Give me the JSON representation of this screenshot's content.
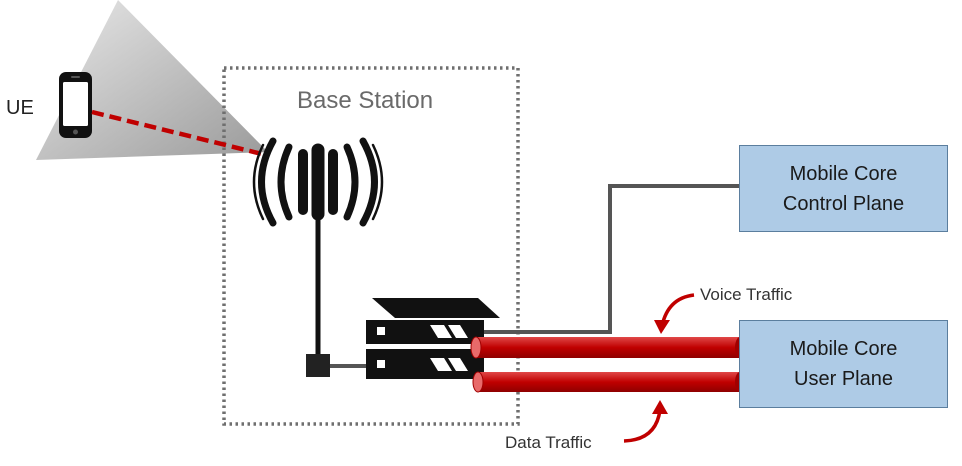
{
  "ue": {
    "label": "UE"
  },
  "base_station": {
    "label": "Base Station"
  },
  "control_plane": {
    "line1": "Mobile Core",
    "line2": "Control Plane"
  },
  "user_plane": {
    "line1": "Mobile Core",
    "line2": "User Plane"
  },
  "traffic": {
    "voice_label": "Voice Traffic",
    "data_label": "Data Traffic"
  },
  "colors": {
    "traffic": "#c00000",
    "box_fill": "#aecbe6",
    "box_border": "#5b7e9e",
    "link": "#555555"
  }
}
